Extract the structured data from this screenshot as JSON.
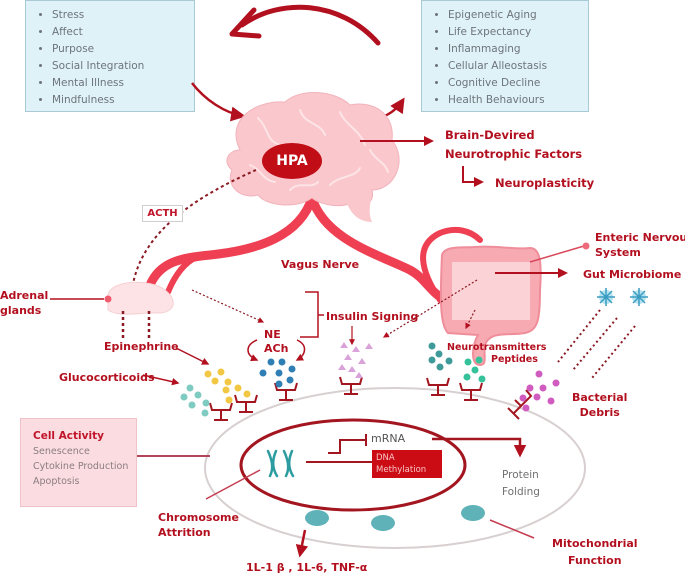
{
  "left_box": {
    "items": [
      "Stress",
      "Affect",
      "Purpose",
      "Social Integration",
      "Mental Illness",
      "Mindfulness"
    ]
  },
  "right_box": {
    "items": [
      "Epigenetic Aging",
      "Life Expectancy",
      "Inflammaging",
      "Cellular Alleostasis",
      "Cognitive Decline",
      "Health Behaviours"
    ]
  },
  "brain": {
    "center_label": "HPA"
  },
  "labels": {
    "bdnf_line1": "Brain-Devired",
    "bdnf_line2": "Neurotrophic Factors",
    "neuroplasticity": "Neuroplasticity",
    "acth": "ACTH",
    "enteric_line1": "Enteric Nervous",
    "enteric_line2": "System",
    "gut_microbiome": "Gut Microbiome",
    "vagus_nerve": "Vagus Nerve",
    "adrenal_line1": "Adrenal",
    "adrenal_line2": "glands",
    "epinephrine": "Epinephrine",
    "glucocorticoids": "Glucocorticoids",
    "ne": "NE",
    "ach": "ACh",
    "insulin_signing": "Insulin Signing",
    "neurotransmitters": "Neurotransmitters",
    "peptides": "Peptides",
    "bacterial_line1": "Bacterial",
    "bacterial_line2": "Debris",
    "mrna": "mRNA",
    "dna_line1": "DNA",
    "dna_line2": "Methylation",
    "protein_line1": "Protein",
    "protein_line2": "Folding",
    "chromosome_line1": "Chromosome",
    "chromosome_line2": "Attrition",
    "mito_line1": "Mitochondrial",
    "mito_line2": "Function",
    "cytokines": "1L-1 β , 1L-6, TNF-α"
  },
  "cell_activity": {
    "title": "Cell Activity",
    "items": [
      "Senescence",
      "Cytokine Production",
      "Apoptosis"
    ]
  },
  "colors": {
    "accent_red": "#b3101f",
    "nerve_red": "#ef3f52",
    "brain_pink": "#f9c7cc",
    "box_blue": "#dff2f8",
    "cell_box_pink": "#fbdde1",
    "dot_yellow": "#f2c744",
    "dot_teal": "#7fcbc2",
    "dot_blue": "#2f7fb5",
    "dot_green": "#35c29a",
    "dot_magenta": "#d05cc0",
    "triangle_lilac": "#d9a3d9"
  }
}
